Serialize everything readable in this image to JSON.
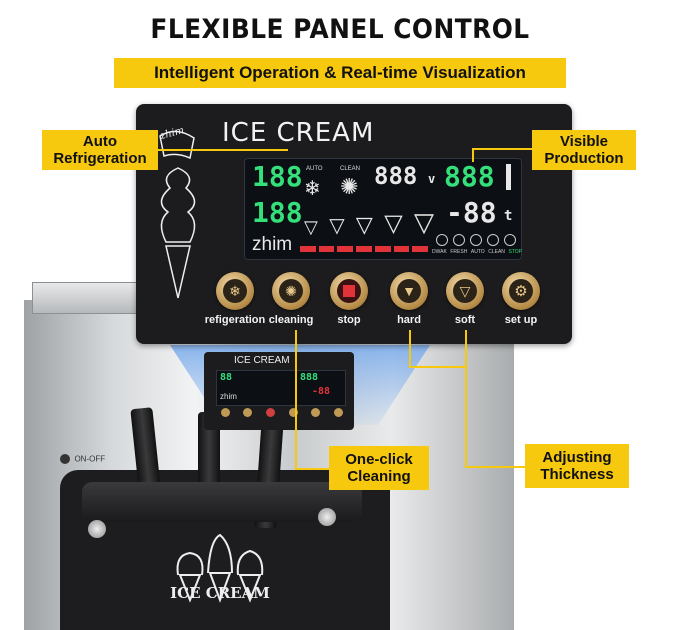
{
  "header": {
    "title": "FLEXIBLE PANEL CONTROL",
    "subtitle": "Intelligent Operation & Real-time Visualization"
  },
  "panel": {
    "title": "ICE CREAM",
    "brand_script": "zhim",
    "display": {
      "left_top": "188",
      "left_bottom": "188",
      "auto_label": "AUTO",
      "clean_label": "CLEAN",
      "mid_digits": "888",
      "volt_unit": "v",
      "right_top": "888",
      "right_bottom": "-88",
      "temp_unit": "t",
      "lcd_brand": "zhim",
      "mode_labels": [
        "DWAK",
        "FRESH",
        "AUTO",
        "CLEAN",
        "STOP"
      ]
    },
    "buttons": [
      {
        "label": "refigeration",
        "icon": "snowflake-icon"
      },
      {
        "label": "cleaning",
        "icon": "fan-icon"
      },
      {
        "label": "stop",
        "icon": "stop-icon"
      },
      {
        "label": "hard",
        "icon": "cone-hard-icon"
      },
      {
        "label": "soft",
        "icon": "cone-soft-icon"
      },
      {
        "label": "set up",
        "icon": "gear-icon"
      }
    ]
  },
  "callouts": {
    "auto_refrigeration": "Auto\nRefrigeration",
    "visible_production": "Visible\nProduction",
    "one_click_cleaning": "One-click\nCleaning",
    "adjusting_thickness": "Adjusting\nThickness"
  },
  "machine": {
    "switch_label": "ON-OFF",
    "logo_text": "ICE CREAM",
    "mini_panel_title": "ICE CREAM",
    "mini_display_left": "88",
    "mini_display_right": "888",
    "mini_display_temp": "-88",
    "mini_brand": "zhim"
  },
  "colors": {
    "accent_yellow": "#f6c80e",
    "lcd_green": "#34e07a",
    "lcd_white": "#e8e8e8",
    "lcd_red": "#e2333a"
  }
}
